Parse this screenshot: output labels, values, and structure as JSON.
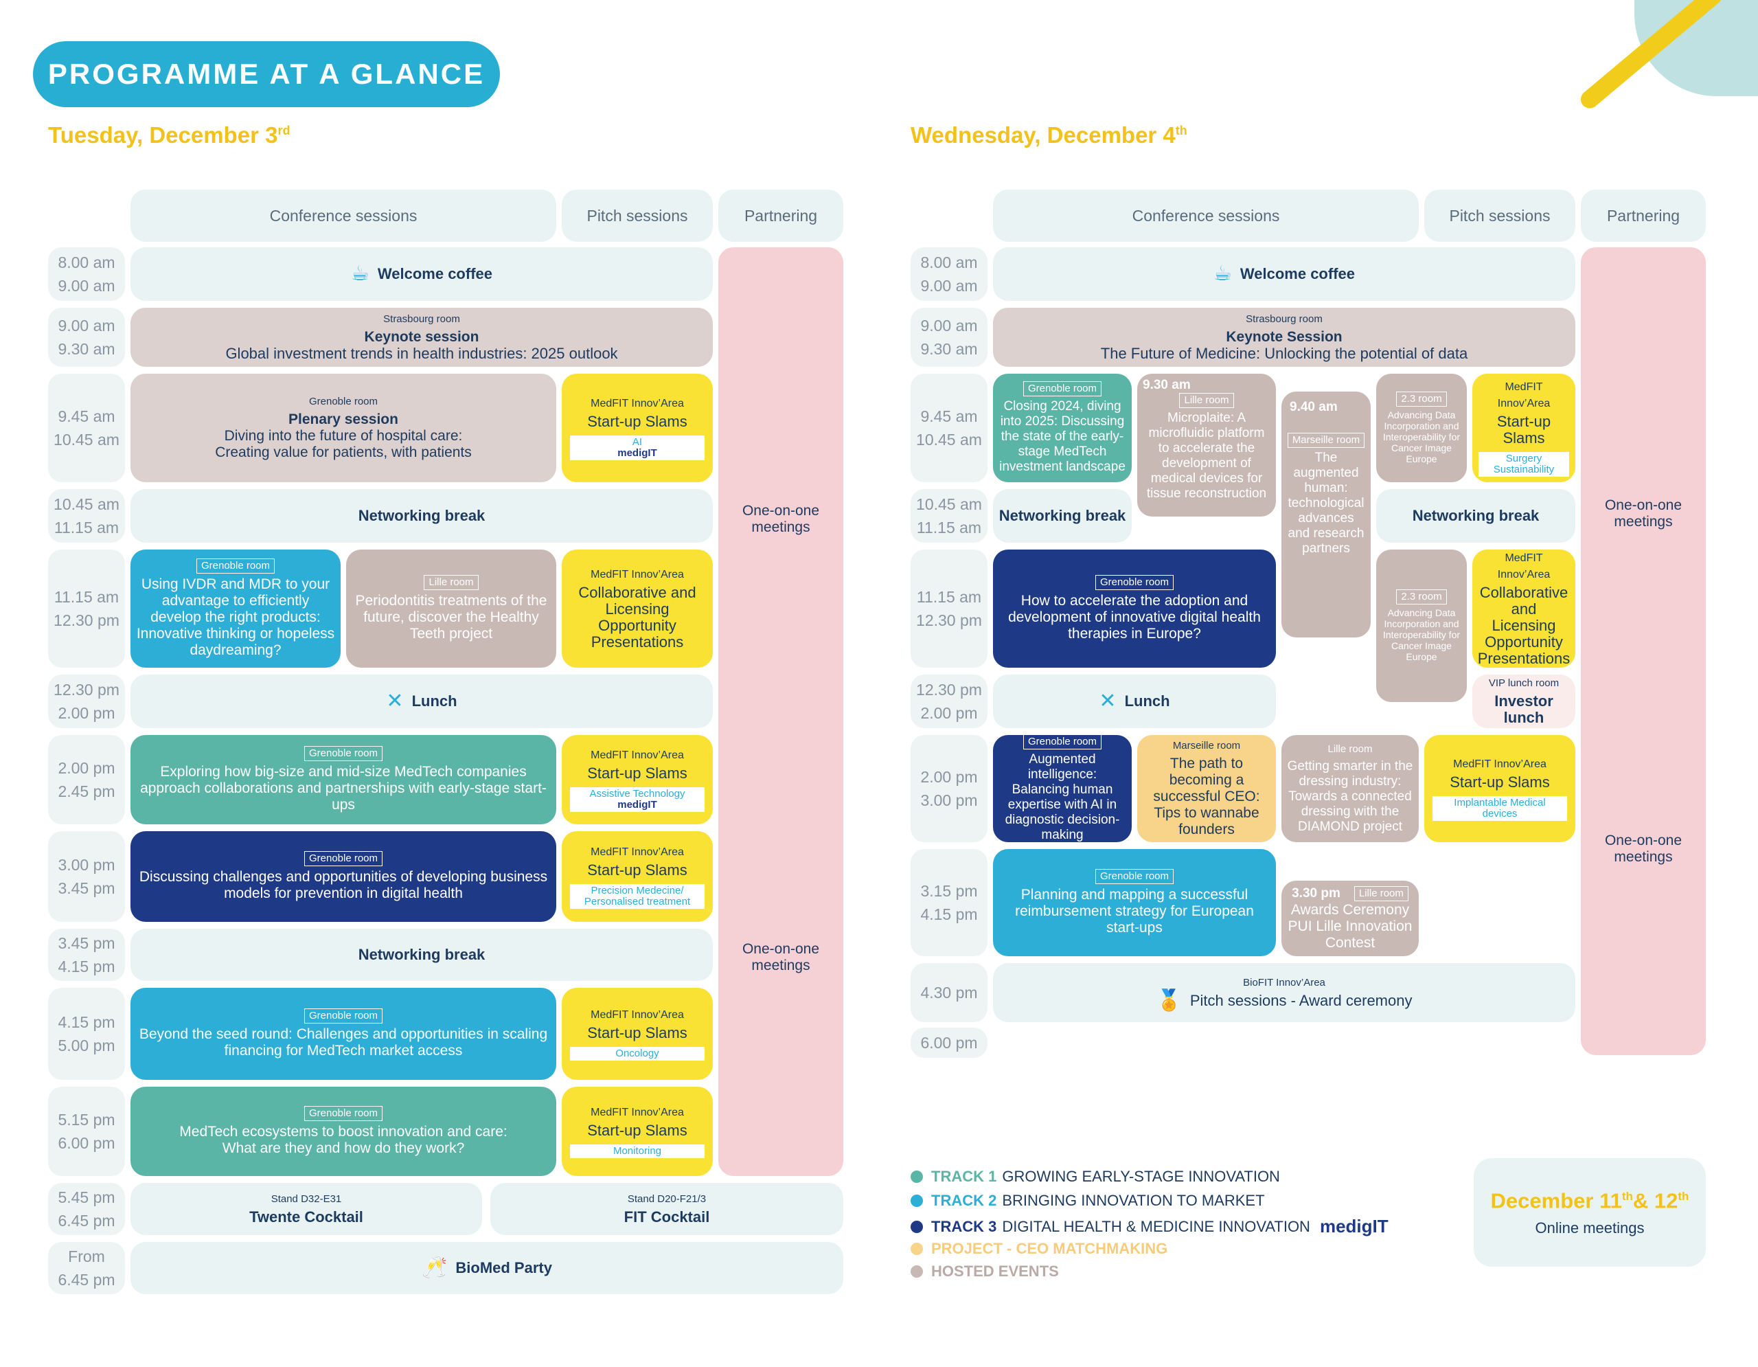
{
  "page": {
    "title": "PROGRAMME AT A GLANCE"
  },
  "headers": {
    "conference": "Conference sessions",
    "pitch": "Pitch sessions",
    "partnering": "Partnering"
  },
  "tuesday": {
    "day_title": "Tuesday, December 3",
    "day_sup": "rd",
    "times": [
      [
        "8.00 am",
        "9.00 am"
      ],
      [
        "9.00 am",
        "9.30 am"
      ],
      [
        "9.45 am",
        "10.45 am"
      ],
      [
        "10.45 am",
        "11.15 am"
      ],
      [
        "11.15 am",
        "12.30 pm"
      ],
      [
        "12.30 pm",
        "2.00 pm"
      ],
      [
        "2.00 pm",
        "2.45 pm"
      ],
      [
        "3.00 pm",
        "3.45 pm"
      ],
      [
        "3.45 pm",
        "4.15 pm"
      ],
      [
        "4.15 pm",
        "5.00 pm"
      ],
      [
        "5.15 pm",
        "6.00 pm"
      ],
      [
        "5.45 pm",
        "6.45 pm"
      ],
      [
        "From",
        "6.45 pm"
      ]
    ],
    "welcome": "Welcome coffee",
    "keynote": {
      "room": "Strasbourg room",
      "title": "Keynote session",
      "desc": "Global investment trends in health industries: 2025 outlook"
    },
    "plenary": {
      "room": "Grenoble room",
      "title": "Plenary session",
      "desc1": "Diving into the future of hospital care:",
      "desc2": "Creating value for patients, with patients"
    },
    "pitch1": {
      "area": "MedFIT Innov’Area",
      "title": "Start-up Slams",
      "tag": "AI",
      "logo": "medigIT"
    },
    "networking1": "Networking break",
    "ivdr": {
      "room": "Grenoble room",
      "desc": "Using IVDR and MDR to your advantage to efficiently develop the right products: Innovative thinking or hopeless daydreaming?"
    },
    "perio": {
      "room": "Lille room",
      "desc": "Periodontitis treatments of the future, discover the Healthy Teeth project"
    },
    "pitch2": {
      "area": "MedFIT Innov’Area",
      "title": "Collaborative and Licensing Opportunity Presentations"
    },
    "lunch": "Lunch",
    "explore": {
      "room": "Grenoble room",
      "desc": "Exploring how big-size and mid-size MedTech companies approach collaborations and partnerships with early-stage start-ups"
    },
    "pitch3": {
      "area": "MedFIT Innov’Area",
      "title": "Start-up Slams",
      "tag": "Assistive Technology",
      "logo": "medigIT"
    },
    "discuss": {
      "room": "Grenoble room",
      "desc": "Discussing challenges and opportunities of developing business models for prevention in digital health"
    },
    "pitch4": {
      "area": "MedFIT Innov’Area",
      "title": "Start-up Slams",
      "tag": "Precision Medecine/ Personalised treatment"
    },
    "networking2": "Networking break",
    "seed": {
      "room": "Grenoble room",
      "desc": "Beyond the seed round: Challenges and opportunities in scaling financing for MedTech market access"
    },
    "pitch5": {
      "area": "MedFIT Innov’Area",
      "title": "Start-up Slams",
      "tag": "Oncology"
    },
    "eco": {
      "room": "Grenoble room",
      "desc1": "MedTech ecosystems to boost innovation and care:",
      "desc2": "What are they and how do they work?"
    },
    "pitch6": {
      "area": "MedFIT Innov’Area",
      "title": "Start-up Slams",
      "tag": "Monitoring"
    },
    "twente": {
      "stand": "Stand D32-E31",
      "title": "Twente Cocktail"
    },
    "fit": {
      "stand": "Stand D20-F21/3",
      "title": "FIT Cocktail"
    },
    "party": "BioMed Party",
    "meetings1": "One-on-one meetings",
    "meetings2": "One-on-one meetings"
  },
  "wednesday": {
    "day_title": "Wednesday, December 4",
    "day_sup": "th",
    "times": [
      [
        "8.00 am",
        "9.00 am"
      ],
      [
        "9.00 am",
        "9.30 am"
      ],
      [
        "9.45 am",
        "10.45 am"
      ],
      [
        "10.45 am",
        "11.15 am"
      ],
      [
        "11.15 am",
        "12.30 pm"
      ],
      [
        "12.30 pm",
        "2.00 pm"
      ],
      [
        "2.00 pm",
        "3.00 pm"
      ],
      [
        "3.15 pm",
        "4.15 pm"
      ],
      [
        "4.30 pm"
      ],
      [
        "6.00 pm"
      ]
    ],
    "welcome": "Welcome coffee",
    "keynote": {
      "room": "Strasbourg room",
      "title": "Keynote Session",
      "desc": "The Future of Medicine: Unlocking the potential of data"
    },
    "closing": {
      "room": "Grenoble room",
      "desc": "Closing 2024, diving into 2025: Discussing the state of the early-stage MedTech investment landscape"
    },
    "micro": {
      "time": "9.30 am",
      "room": "Lille room",
      "desc": "Microplaite: A microfluidic platform to accelerate the development of medical devices for tissue reconstruction"
    },
    "augmented": {
      "time": "9.40 am",
      "room": "Marseille room",
      "desc": "The augmented human: technological advances and research partners"
    },
    "data1": {
      "room": "2.3 room",
      "desc": "Advancing Data Incorporation and Interoperability for Cancer Image Europe"
    },
    "pitch1": {
      "area": "MedFIT Innov’Area",
      "title": "Start-up Slams",
      "tag": "Surgery Sustainability"
    },
    "networking_a": "Networking break",
    "networking_b": "Networking break",
    "digital": {
      "room": "Grenoble room",
      "desc": "How to accelerate the adoption and development of innovative digital health therapies in Europe?"
    },
    "data2": {
      "room": "2.3 room",
      "desc": "Advancing Data Incorporation and Interoperability for Cancer Image Europe"
    },
    "pitch2": {
      "area": "MedFIT Innov’Area",
      "title": "Collaborative and Licensing Opportunity Presentations"
    },
    "lunch": "Lunch",
    "investor": {
      "room": "VIP lunch room",
      "title": "Investor lunch"
    },
    "ai": {
      "room": "Grenoble room",
      "desc": "Augmented intelligence: Balancing human expertise with AI in diagnostic decision-making"
    },
    "ceo": {
      "room": "Marseille room",
      "desc": "The path to becoming a successful CEO: Tips to wannabe founders"
    },
    "dressing": {
      "room": "Lille room",
      "desc": "Getting smarter in the dressing industry: Towards a connected dressing with the DIAMOND project"
    },
    "pitch3": {
      "area": "MedFIT Innov’Area",
      "title": "Start-up Slams",
      "tag": "Implantable Medical devices"
    },
    "planning": {
      "room": "Grenoble room",
      "desc": "Planning and mapping a successful reimbursement strategy for European start-ups"
    },
    "awards": {
      "time": "3.30 pm",
      "room": "Lille room",
      "desc": "Awards Ceremony PUI Lille Innovation Contest"
    },
    "biofit": {
      "area": "BioFIT Innov’Area",
      "title": "Pitch sessions - Award ceremony"
    },
    "meetings1": "One-on-one meetings",
    "meetings2": "One-on-one meetings"
  },
  "legend": [
    {
      "track": "TRACK 1",
      "label": "GROWING EARLY-STAGE INNOVATION",
      "color": "#5bb5a7"
    },
    {
      "track": "TRACK 2",
      "label": "BRINGING INNOVATION TO MARKET",
      "color": "#2caed6"
    },
    {
      "track": "TRACK 3",
      "label": "DIGITAL HEALTH & MEDICINE INNOVATION",
      "color": "#1e3a87",
      "logo": "medigIT"
    },
    {
      "track": "PROJECT - CEO MATCHMAKING",
      "label": "",
      "color": "#f8d48a"
    },
    {
      "track": "HOSTED EVENTS",
      "label": "",
      "color": "#c9b9b5"
    }
  ],
  "online": {
    "title_a": "December 11",
    "sup_a": "th",
    "amp": "& 12",
    "sup_b": "th",
    "desc": "Online meetings"
  }
}
